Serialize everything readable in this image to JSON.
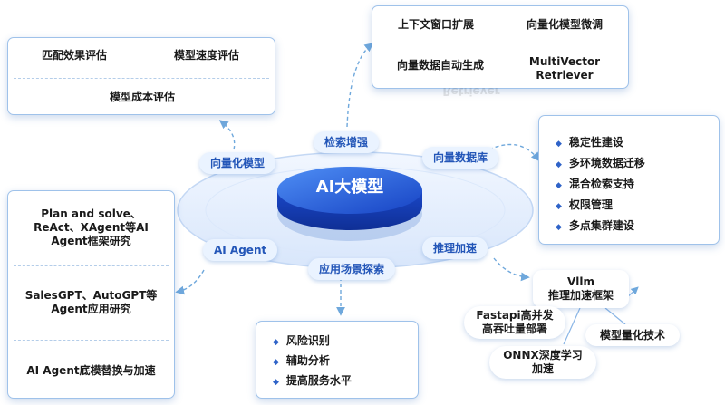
{
  "center": {
    "label": "AI大模型"
  },
  "orbit_labels": {
    "retrieval": "检索增强",
    "vectorize": "向量化模型",
    "vector_db": "向量数据库",
    "agent": "AI Agent",
    "inference": "推理加速",
    "scenario": "应用场景探索"
  },
  "eval_box": {
    "match": "匹配效果评估",
    "speed": "模型速度评估",
    "cost": "模型成本评估"
  },
  "retrieval_box": {
    "context": "上下文窗口扩展",
    "finetune": "向量化模型微调",
    "autogen": "向量数据自动生成",
    "multivector": "MultiVector\nRetriever",
    "reflection": "Retriever"
  },
  "vector_db_box": {
    "items": [
      "稳定性建设",
      "多环境数据迁移",
      "混合检索支持",
      "权限管理",
      "多点集群建设"
    ]
  },
  "agent_box": {
    "framework": "Plan and solve、\nReAct、XAgent等AI\nAgent框架研究",
    "application": "SalesGPT、AutoGPT等\nAgent应用研究",
    "base_model": "AI Agent底模替换与加速"
  },
  "scenario_box": {
    "items": [
      "风险识别",
      "辅助分析",
      "提高服务水平"
    ]
  },
  "inference_items": {
    "vllm": "Vllm\n推理加速框架",
    "fastapi": "Fastapi高并发\n高吞吐量部署",
    "quantization": "模型量化技术",
    "onnx": "ONNX深度学习\n加速"
  },
  "colors": {
    "accent": "#2f63c8",
    "core_blue": "#1f55d6",
    "pill_bg": "#eaf3ff",
    "connector": "#6fa8dc"
  },
  "icons": {
    "bullet": "diamond-bullet-icon"
  }
}
